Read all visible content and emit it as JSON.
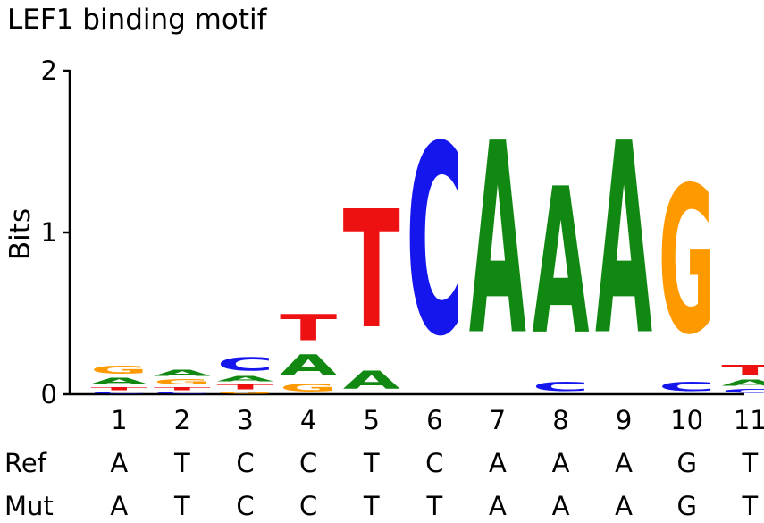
{
  "chart_data": {
    "type": "sequence-logo",
    "title": "LEF1 binding motif",
    "ylabel": "Bits",
    "ylim": [
      0,
      2
    ],
    "yticks": [
      "0",
      "1",
      "2"
    ],
    "positions": [
      "1",
      "2",
      "3",
      "4",
      "5",
      "6",
      "7",
      "8",
      "9",
      "10",
      "11"
    ],
    "colors": {
      "A": "#118811",
      "C": "#1515ee",
      "G": "#ff9900",
      "T": "#ee1111"
    },
    "stacks": [
      [
        {
          "base": "C",
          "bits": 0.02
        },
        {
          "base": "T",
          "bits": 0.03
        },
        {
          "base": "A",
          "bits": 0.06
        },
        {
          "base": "G",
          "bits": 0.08
        }
      ],
      [
        {
          "base": "C",
          "bits": 0.02
        },
        {
          "base": "T",
          "bits": 0.03
        },
        {
          "base": "G",
          "bits": 0.05
        },
        {
          "base": "A",
          "bits": 0.06
        }
      ],
      [
        {
          "base": "G",
          "bits": 0.02
        },
        {
          "base": "T",
          "bits": 0.05
        },
        {
          "base": "A",
          "bits": 0.05
        },
        {
          "base": "C",
          "bits": 0.13
        }
      ],
      [
        {
          "base": "G",
          "bits": 0.08
        },
        {
          "base": "A",
          "bits": 0.2
        },
        {
          "base": "T",
          "bits": 0.26
        }
      ],
      [
        {
          "base": "A",
          "bits": 0.18
        },
        {
          "base": "T",
          "bits": 1.17
        }
      ],
      [
        {
          "base": "C",
          "bits": 1.88
        }
      ],
      [
        {
          "base": "A",
          "bits": 1.9
        }
      ],
      [
        {
          "base": "C",
          "bits": 0.09
        },
        {
          "base": "A",
          "bits": 1.45
        }
      ],
      [
        {
          "base": "A",
          "bits": 1.9
        }
      ],
      [
        {
          "base": "C",
          "bits": 0.09
        },
        {
          "base": "G",
          "bits": 1.46
        }
      ],
      [
        {
          "base": "C",
          "bits": 0.04
        },
        {
          "base": "A",
          "bits": 0.06
        },
        {
          "base": "T",
          "bits": 0.1
        }
      ]
    ],
    "rows": [
      {
        "label": "Ref",
        "bases": [
          "A",
          "T",
          "C",
          "C",
          "T",
          "C",
          "A",
          "A",
          "A",
          "G",
          "T"
        ]
      },
      {
        "label": "Mut",
        "bases": [
          "A",
          "T",
          "C",
          "C",
          "T",
          "T",
          "A",
          "A",
          "A",
          "G",
          "T"
        ],
        "highlight_index": 5,
        "highlight_color": "#ee1111"
      }
    ]
  }
}
